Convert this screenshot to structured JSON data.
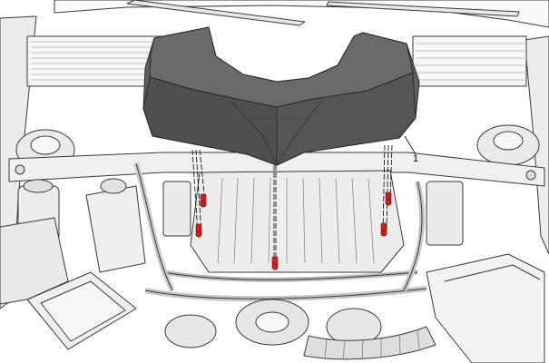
{
  "diagram": {
    "callouts": [
      {
        "label": "1",
        "target": "engine-cover"
      }
    ],
    "fastener_count": 5,
    "colors": {
      "line_art": "#3a3a3a",
      "engine_bay_fill": "#f2f2f2",
      "engine_cover_fill": "#5f5f5f",
      "engine_cover_shade": "#4c4c4c",
      "fastener": "#cc1f1f",
      "background": "#ffffff"
    }
  }
}
